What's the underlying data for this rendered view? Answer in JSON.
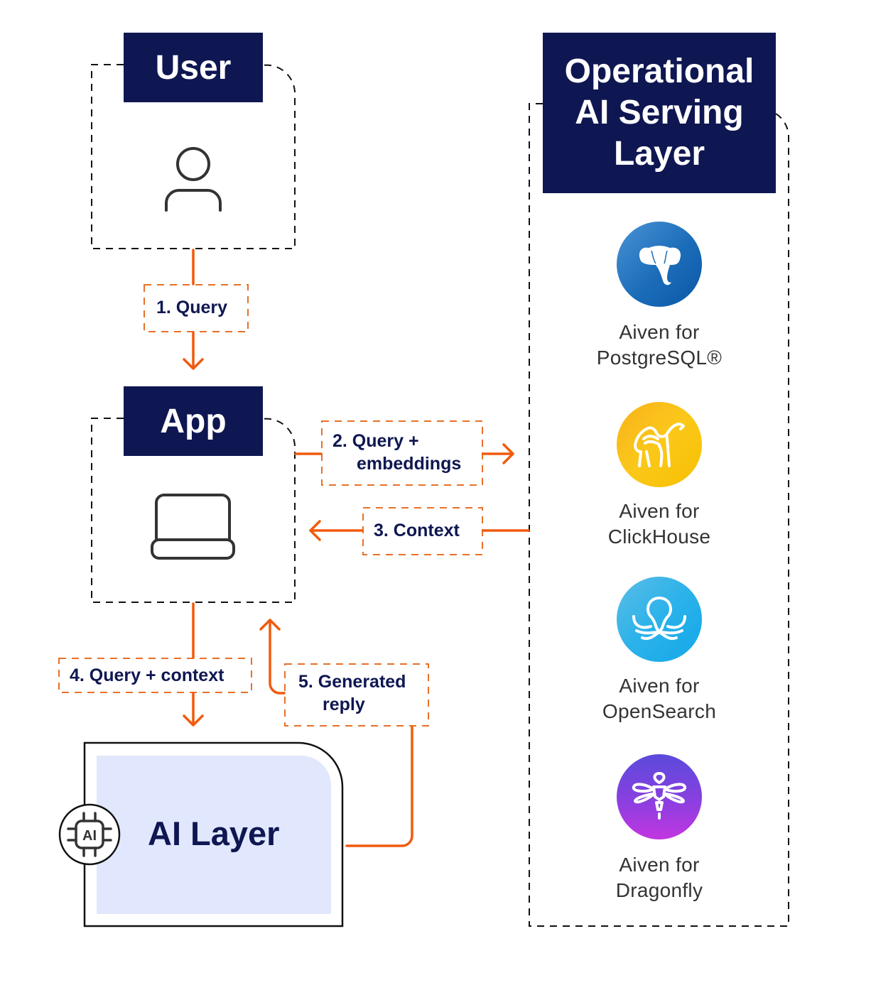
{
  "colors": {
    "navy": "#0f1752",
    "orange": "#f05a0e",
    "ai_layer_fill": "#e1e8fd",
    "border_dark": "#111111"
  },
  "user": {
    "title": "User",
    "icon": "person-icon"
  },
  "app": {
    "title": "App",
    "icon": "laptop-icon"
  },
  "serving_layer": {
    "title_lines": [
      "Operational",
      "AI Serving",
      "Layer"
    ],
    "services": [
      {
        "name_lines": [
          "Aiven for",
          "PostgreSQL®"
        ],
        "icon": "elephant-icon"
      },
      {
        "name_lines": [
          "Aiven for",
          "ClickHouse"
        ],
        "icon": "camel-icon"
      },
      {
        "name_lines": [
          "Aiven for",
          "OpenSearch"
        ],
        "icon": "octopus-icon"
      },
      {
        "name_lines": [
          "Aiven for",
          "Dragonfly"
        ],
        "icon": "dragonfly-icon"
      }
    ]
  },
  "ai_layer": {
    "label": "AI Layer",
    "badge": "AI",
    "icon": "ai-chip-icon"
  },
  "steps": {
    "s1": [
      "1. Query"
    ],
    "s2": [
      "2. Query +",
      "embeddings"
    ],
    "s3": [
      "3. Context"
    ],
    "s4": [
      "4. Query + context"
    ],
    "s5": [
      "5. Generated",
      "reply"
    ]
  }
}
